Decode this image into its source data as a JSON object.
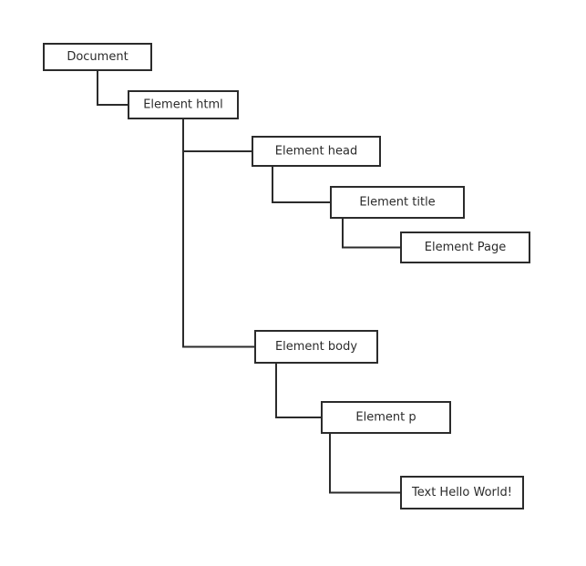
{
  "diagram": {
    "type": "dom-tree",
    "colors": {
      "stroke": "#2b2b2b",
      "background": "#ffffff",
      "text": "#2b2b2b"
    },
    "nodes": [
      {
        "id": "document",
        "label": "Document",
        "parent": null
      },
      {
        "id": "html",
        "label": "Element html",
        "parent": "document"
      },
      {
        "id": "head",
        "label": "Element head",
        "parent": "html"
      },
      {
        "id": "title",
        "label": "Element title",
        "parent": "head"
      },
      {
        "id": "page",
        "label": "Element Page",
        "parent": "title"
      },
      {
        "id": "body",
        "label": "Element body",
        "parent": "html"
      },
      {
        "id": "p",
        "label": "Element p",
        "parent": "body"
      },
      {
        "id": "text",
        "label": "Text Hello World!",
        "parent": "p"
      }
    ]
  }
}
